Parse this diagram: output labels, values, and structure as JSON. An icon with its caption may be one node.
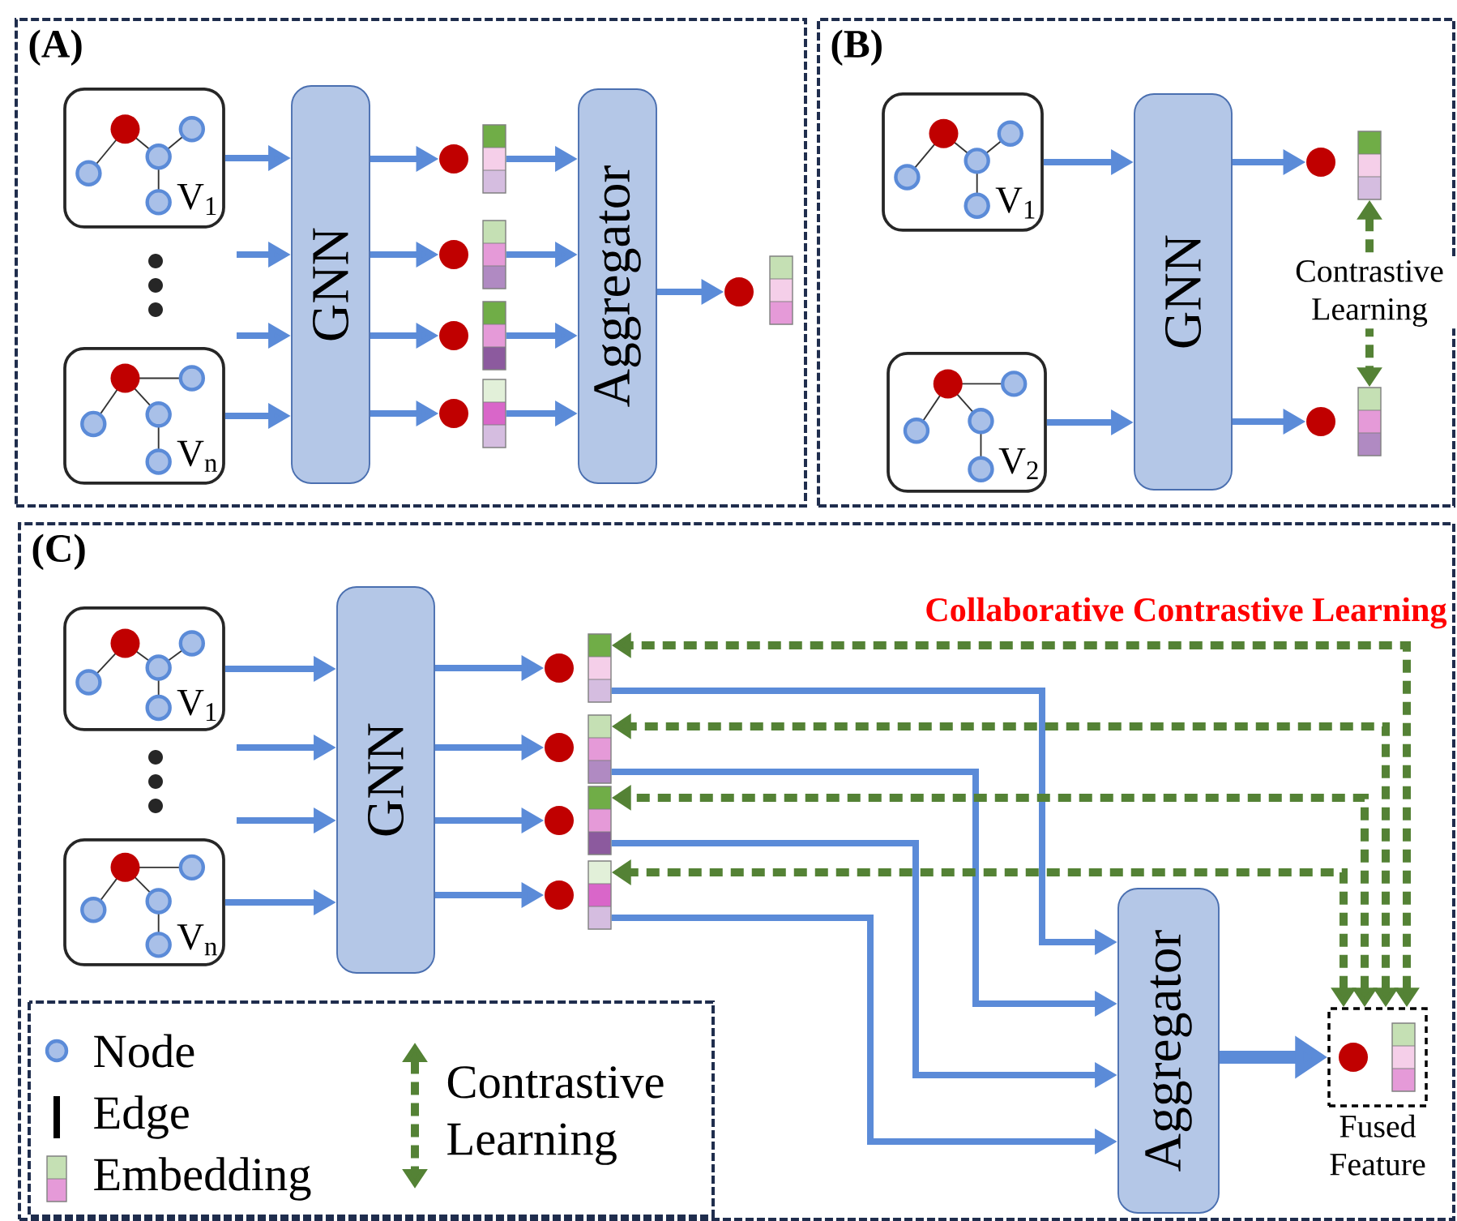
{
  "diagram": {
    "nodes": [
      {
        "text": [
          "(A)"
        ]
      },
      {
        "text": [
          "V$_{1}$"
        ],
        "in": 0
      },
      {
        "text": [
          "V$_{n}$"
        ],
        "in": 0
      },
      {
        "text": [
          "GNN"
        ],
        "in": 0
      },
      {
        "text": [],
        "shape": "circle",
        "in": 0
      },
      {
        "text": [],
        "shape": "circle",
        "in": 0
      },
      {
        "text": [],
        "shape": "circle",
        "in": 0
      },
      {
        "text": [],
        "shape": "circle",
        "in": 0
      },
      {
        "text": [],
        "shape": "bar",
        "in": 0
      },
      {
        "text": [],
        "shape": "bar",
        "in": 0
      },
      {
        "text": [],
        "shape": "bar",
        "in": 0
      },
      {
        "text": [],
        "shape": "bar",
        "in": 0
      },
      {
        "text": [
          "Aggregator"
        ],
        "in": 0
      },
      {
        "text": [],
        "shape": "circle",
        "in": 0
      },
      {
        "text": [],
        "shape": "bar",
        "in": 0
      },
      {
        "text": [
          "(B)"
        ]
      },
      {
        "text": [
          "V$_{1}$"
        ],
        "in": 15
      },
      {
        "text": [
          "V$_{2}$"
        ],
        "in": 15
      },
      {
        "text": [
          "GNN"
        ],
        "in": 15
      },
      {
        "text": [],
        "shape": "circle",
        "in": 15
      },
      {
        "text": [],
        "shape": "circle",
        "in": 15
      },
      {
        "text": [],
        "shape": "bar",
        "in": 15
      },
      {
        "text": [],
        "shape": "bar",
        "in": 15
      },
      {
        "text": [
          "(C)"
        ]
      },
      {
        "text": [
          "V$_{1}$"
        ],
        "in": 23
      },
      {
        "text": [
          "V$_{n}$"
        ],
        "in": 23
      },
      {
        "text": [
          "GNN"
        ],
        "in": 23
      },
      {
        "text": [],
        "shape": "circle",
        "in": 23
      },
      {
        "text": [],
        "shape": "circle",
        "in": 23
      },
      {
        "text": [],
        "shape": "circle",
        "in": 23
      },
      {
        "text": [],
        "shape": "circle",
        "in": 23
      },
      {
        "text": [],
        "shape": "bar",
        "in": 23
      },
      {
        "text": [],
        "shape": "bar",
        "in": 23
      },
      {
        "text": [],
        "shape": "bar",
        "in": 23
      },
      {
        "text": [],
        "shape": "bar",
        "in": 23
      },
      {
        "text": [
          "Aggregator"
        ],
        "in": 23
      },
      {
        "text": [],
        "shape": "box",
        "beside": [
          "Fused Feature"
        ],
        "in": 23
      },
      {
        "text": [],
        "shape": "circle",
        "in": 36
      },
      {
        "text": [],
        "shape": "bar",
        "in": 36
      }
    ],
    "edges": [
      {
        "from": 1,
        "to": 3,
        "arrow": "to"
      },
      {
        "from": null,
        "to": 3,
        "arrow": "to"
      },
      {
        "from": null,
        "to": 3,
        "arrow": "to"
      },
      {
        "from": 2,
        "to": 3,
        "arrow": "to"
      },
      {
        "from": 3,
        "to": 4,
        "arrow": "to"
      },
      {
        "from": 3,
        "to": 5,
        "arrow": "to"
      },
      {
        "from": 3,
        "to": 6,
        "arrow": "to"
      },
      {
        "from": 3,
        "to": 7,
        "arrow": "to"
      },
      {
        "from": 8,
        "to": 12,
        "arrow": "to"
      },
      {
        "from": 9,
        "to": 12,
        "arrow": "to"
      },
      {
        "from": 10,
        "to": 12,
        "arrow": "to"
      },
      {
        "from": 11,
        "to": 12,
        "arrow": "to"
      },
      {
        "from": 12,
        "to": 13,
        "arrow": "to"
      },
      {
        "from": 16,
        "to": 18,
        "arrow": "to"
      },
      {
        "from": 17,
        "to": 18,
        "arrow": "to"
      },
      {
        "from": 18,
        "to": 19,
        "arrow": "to"
      },
      {
        "from": 18,
        "to": 20,
        "arrow": "to"
      },
      {
        "from": 21,
        "to": 22,
        "arrow": "both",
        "label": "Contrastive Learning",
        "style": "dashed",
        "color": "#548235"
      },
      {
        "from": 24,
        "to": 26,
        "arrow": "to"
      },
      {
        "from": null,
        "to": 26,
        "arrow": "to"
      },
      {
        "from": null,
        "to": 26,
        "arrow": "to"
      },
      {
        "from": 25,
        "to": 26,
        "arrow": "to"
      },
      {
        "from": 26,
        "to": 27,
        "arrow": "to"
      },
      {
        "from": 26,
        "to": 28,
        "arrow": "to"
      },
      {
        "from": 26,
        "to": 29,
        "arrow": "to"
      },
      {
        "from": 26,
        "to": 30,
        "arrow": "to"
      },
      {
        "from": 31,
        "to": 35,
        "arrow": "to"
      },
      {
        "from": 32,
        "to": 35,
        "arrow": "to"
      },
      {
        "from": 33,
        "to": 35,
        "arrow": "to"
      },
      {
        "from": 34,
        "to": 35,
        "arrow": "to"
      },
      {
        "from": 35,
        "to": 36,
        "arrow": "to",
        "style": "thick"
      },
      {
        "from": 36,
        "to": 31,
        "arrow": "both",
        "style": "dashed",
        "color": "#548235"
      },
      {
        "from": 36,
        "to": 32,
        "arrow": "both",
        "style": "dashed",
        "color": "#548235"
      },
      {
        "from": 36,
        "to": 33,
        "arrow": "both",
        "style": "dashed",
        "color": "#548235"
      },
      {
        "from": 36,
        "to": 34,
        "arrow": "both",
        "style": "dashed",
        "color": "#548235"
      }
    ],
    "labels": [
      "Collaborative Contrastive Learning"
    ],
    "legend": [
      {
        "text": "Node"
      },
      {
        "text": "Edge"
      },
      {
        "text": "Embedding"
      },
      {
        "text": "Contrastive Learning"
      }
    ]
  }
}
